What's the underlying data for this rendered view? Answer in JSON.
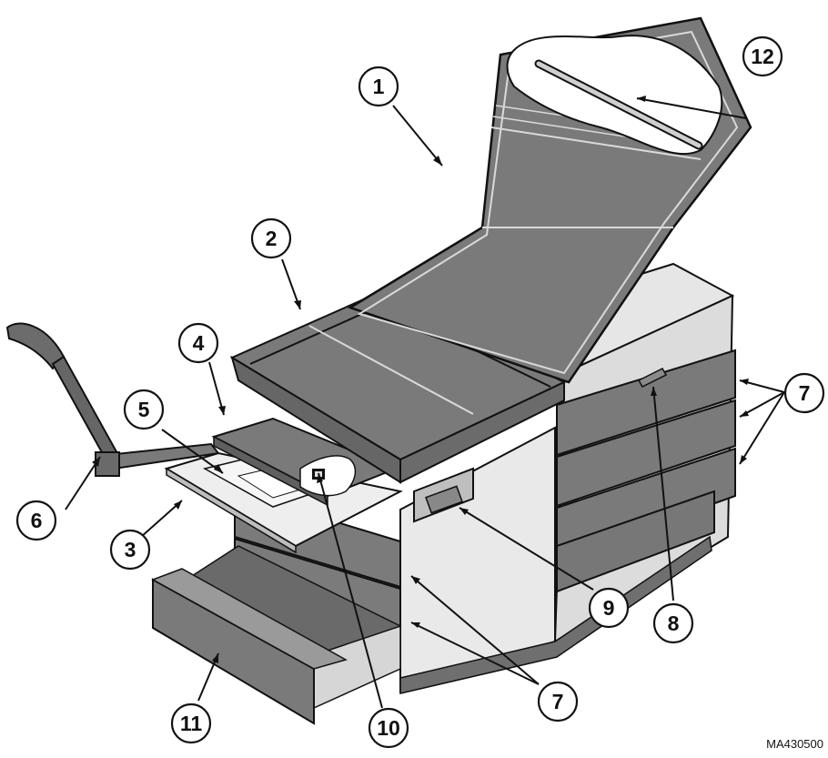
{
  "figure_code": "MA430500",
  "callouts": [
    {
      "id": "c1",
      "label": "1"
    },
    {
      "id": "c2",
      "label": "2"
    },
    {
      "id": "c3",
      "label": "3"
    },
    {
      "id": "c4",
      "label": "4"
    },
    {
      "id": "c5",
      "label": "5"
    },
    {
      "id": "c6",
      "label": "6"
    },
    {
      "id": "c7a",
      "label": "7"
    },
    {
      "id": "c7b",
      "label": "7"
    },
    {
      "id": "c8",
      "label": "8"
    },
    {
      "id": "c9",
      "label": "9"
    },
    {
      "id": "c10",
      "label": "10"
    },
    {
      "id": "c11",
      "label": "11"
    },
    {
      "id": "c12",
      "label": "12"
    }
  ],
  "colors": {
    "upholstery": "#7a7a7a",
    "upholstery_dark": "#5f5f5f",
    "cabinet": "#e8e8e8",
    "cabinet_side": "#d6d6d6",
    "drawer_front": "#777777",
    "metal": "#cfcfcf",
    "outline": "#111111"
  }
}
